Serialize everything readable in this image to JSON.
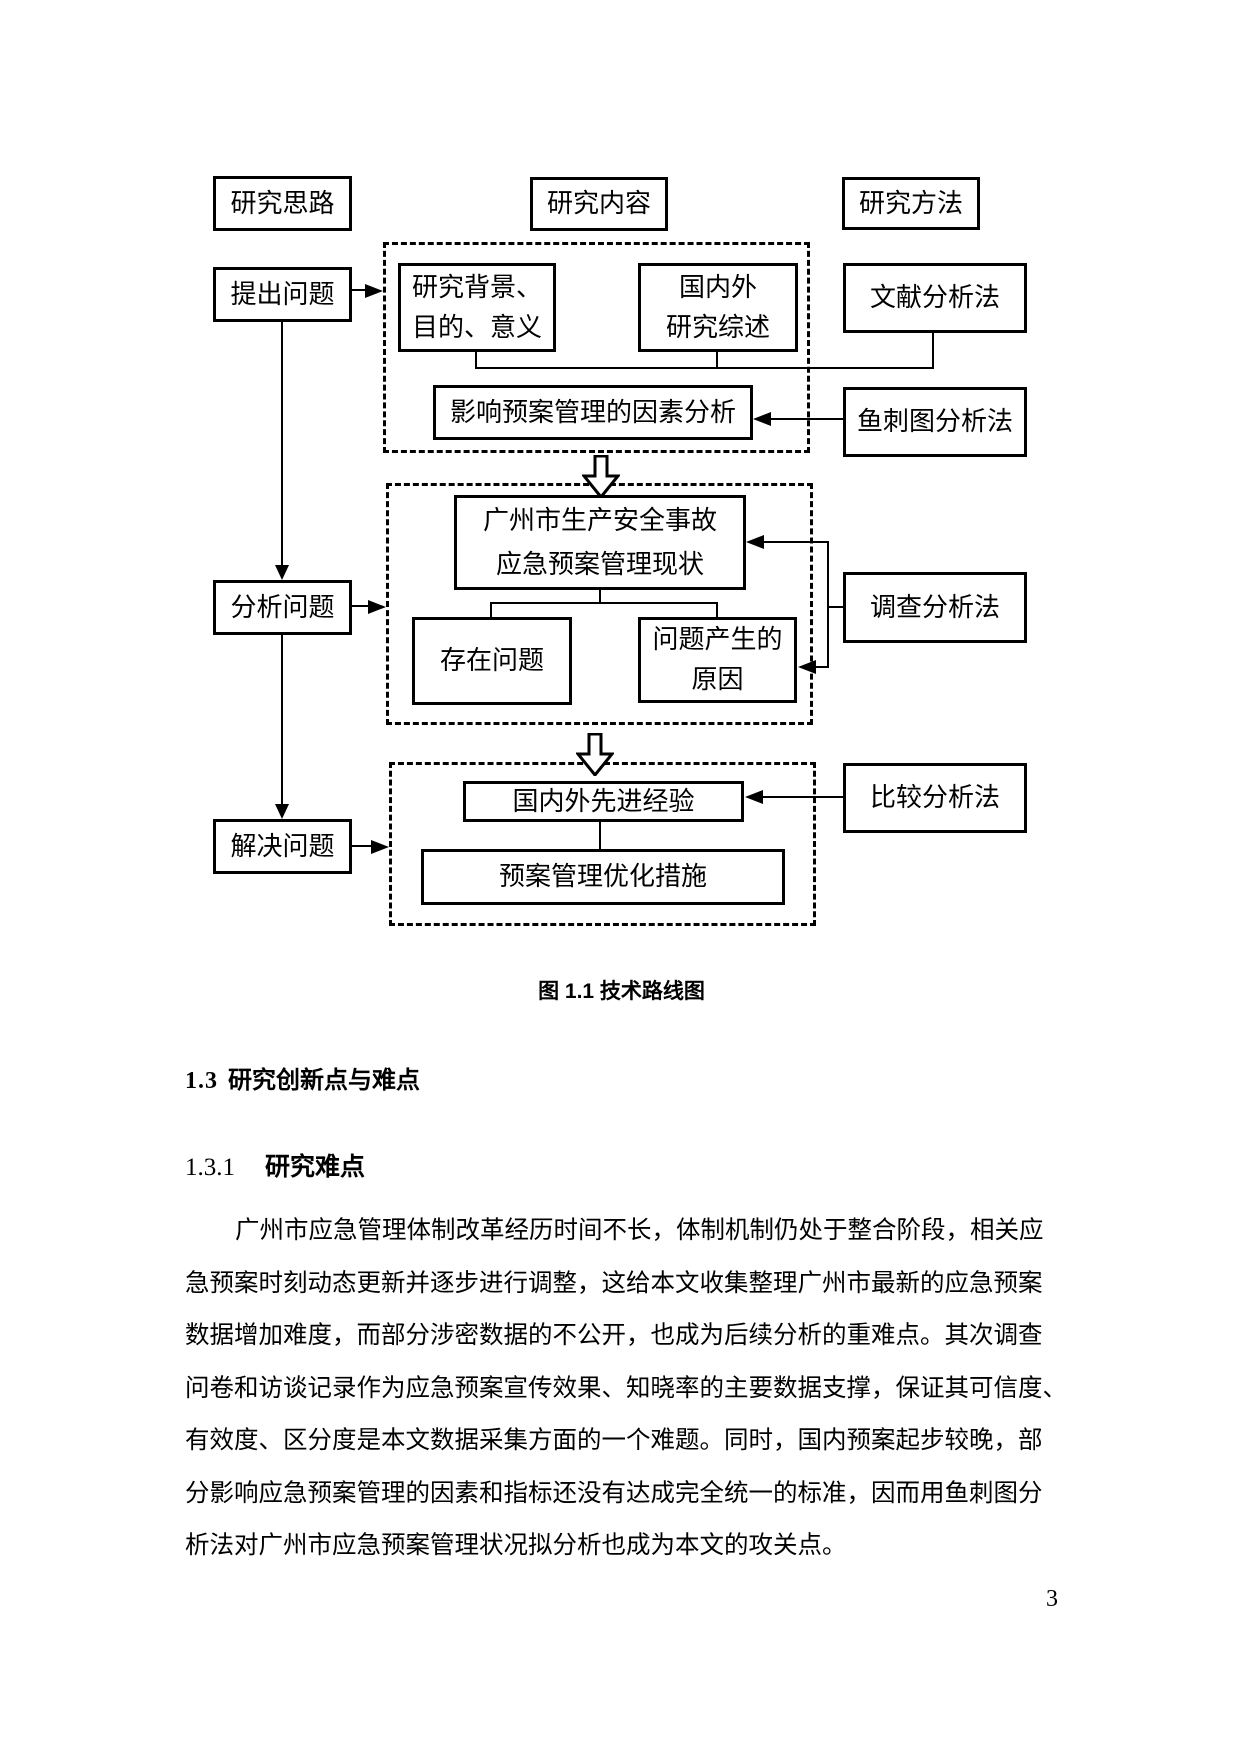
{
  "figure": {
    "caption": "图 1.1 技术路线图",
    "columns": {
      "approach": "研究思路",
      "content": "研究内容",
      "method": "研究方法"
    },
    "steps": {
      "raise": "提出问题",
      "analyze": "分析问题",
      "solve": "解决问题"
    },
    "methods": {
      "literature": "文献分析法",
      "fishbone": "鱼刺图分析法",
      "survey": "调查分析法",
      "compare": "比较分析法"
    },
    "stage1": {
      "background": "研究背景、\n目的、意义",
      "review": "国内外\n研究综述",
      "factors": "影响预案管理的因素分析"
    },
    "stage2": {
      "status": "广州市生产安全事故\n应急预案管理现状",
      "problems": "存在问题",
      "causes": "问题产生的\n原因"
    },
    "stage3": {
      "experience": "国内外先进经验",
      "measures": "预案管理优化措施"
    }
  },
  "section": {
    "h2_num": "1.3",
    "h2_title": "研究创新点与难点",
    "h3_num": "1.3.1",
    "h3_title": "研究难点"
  },
  "paragraph": {
    "lines": [
      "广州市应急管理体制改革经历时间不长，体制机制仍处于整合阶段，相关应",
      "急预案时刻动态更新并逐步进行调整，这给本文收集整理广州市最新的应急预案",
      "数据增加难度，而部分涉密数据的不公开，也成为后续分析的重难点。其次调查",
      "问卷和访谈记录作为应急预案宣传效果、知晓率的主要数据支撑，保证其可信度、",
      "有效度、区分度是本文数据采集方面的一个难题。同时，国内预案起步较晚，部",
      "分影响应急预案管理的因素和指标还没有达成完全统一的标准，因而用鱼刺图分",
      "析法对广州市应急预案管理状况拟分析也成为本文的攻关点。"
    ]
  },
  "page": {
    "number": "3"
  }
}
